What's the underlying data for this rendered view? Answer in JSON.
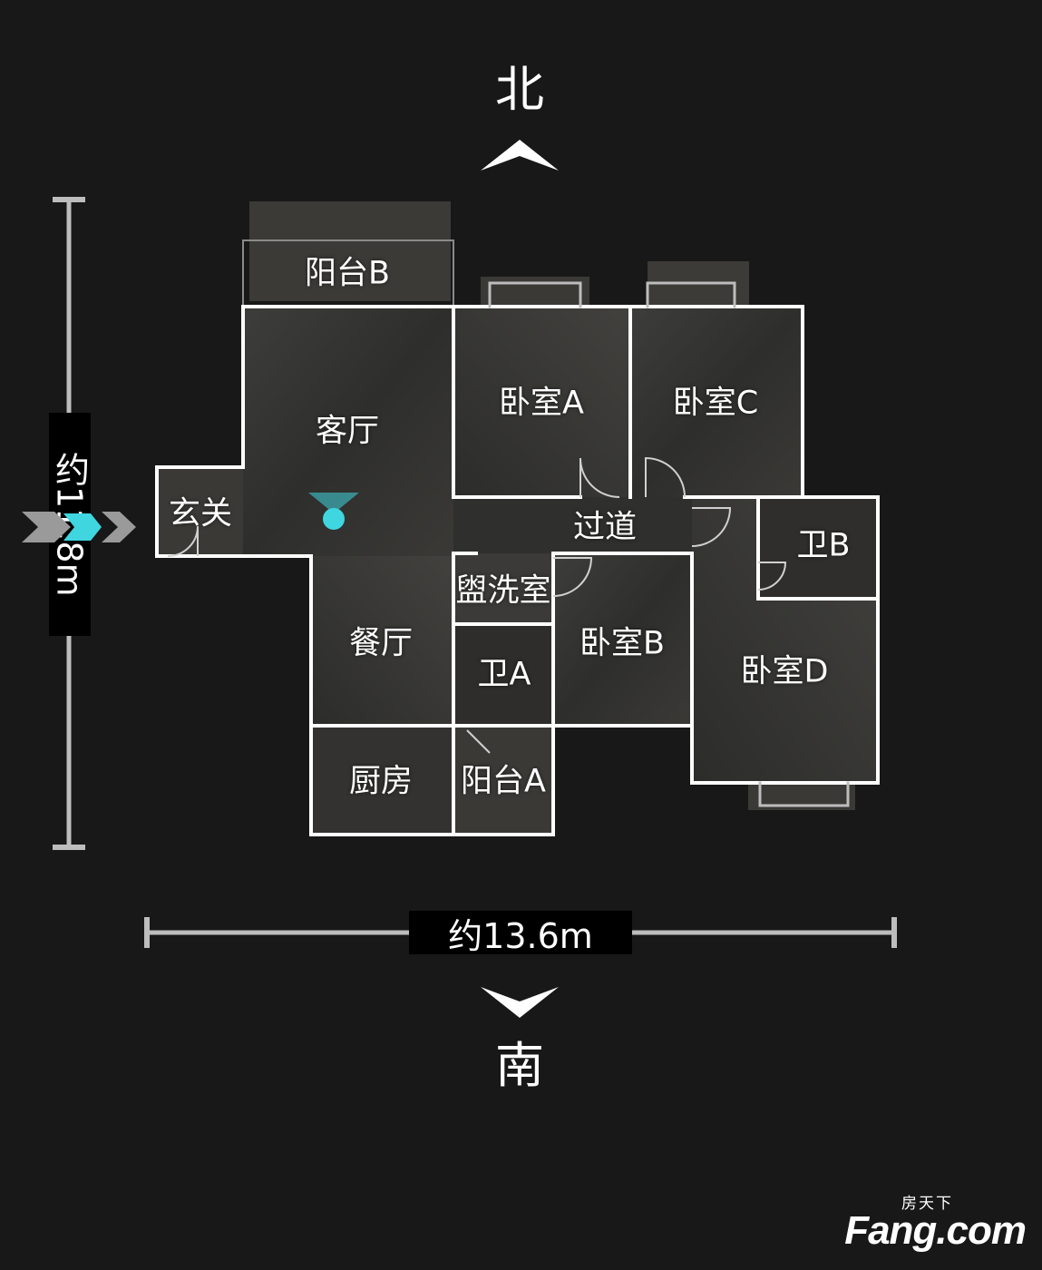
{
  "compass": {
    "north": "北",
    "south": "南"
  },
  "dimensions": {
    "height": "约11.8m",
    "width": "约13.6m"
  },
  "rooms": [
    {
      "key": "balcony_b",
      "label": "阳台B"
    },
    {
      "key": "living_room",
      "label": "客厅"
    },
    {
      "key": "bedroom_a",
      "label": "卧室A"
    },
    {
      "key": "bedroom_c",
      "label": "卧室C"
    },
    {
      "key": "entrance",
      "label": "玄关"
    },
    {
      "key": "corridor",
      "label": "过道"
    },
    {
      "key": "bath_b",
      "label": "卫B"
    },
    {
      "key": "washroom",
      "label": "盥洗室"
    },
    {
      "key": "dining_room",
      "label": "餐厅"
    },
    {
      "key": "bedroom_b",
      "label": "卧室B"
    },
    {
      "key": "bath_a",
      "label": "卫A"
    },
    {
      "key": "bedroom_d",
      "label": "卧室D"
    },
    {
      "key": "kitchen",
      "label": "厨房"
    },
    {
      "key": "balcony_a",
      "label": "阳台A"
    }
  ],
  "colors": {
    "background": "#181818",
    "wall": "#ffffff",
    "floor": "#3a3a3a",
    "marker": "#3fd6e0",
    "entry_arrow": "#9a9a9a"
  },
  "icons": {
    "north_arrow": "chevron-up-icon",
    "south_arrow": "chevron-down-icon",
    "entry": "double-chevron-right-icon",
    "viewpoint": "camera-viewpoint-icon"
  },
  "brand": {
    "logo_top": "房天下",
    "logo_main": "Fang.com"
  }
}
